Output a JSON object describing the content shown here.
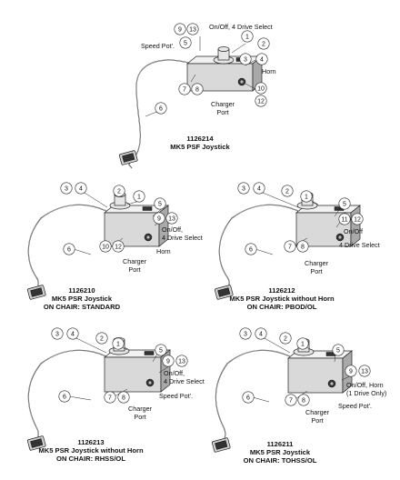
{
  "diagrams": [
    {
      "id": "psf",
      "part_number": "1126214",
      "title": "MK5 PSF Joystick",
      "subtitle": "",
      "labels": {
        "on_off": [
          "On/Off, 4 Drive Select"
        ],
        "speed": [
          "Speed Pot'."
        ],
        "horn": [
          "Horn"
        ],
        "charger": [
          "Charger",
          "Port"
        ]
      },
      "bubbles": [
        "9",
        "13",
        "5",
        "1",
        "2",
        "3",
        "4",
        "10",
        "12",
        "7",
        "8",
        "6"
      ]
    },
    {
      "id": "psr_standard",
      "part_number": "1126210",
      "title": "MK5 PSR Joystick",
      "subtitle": "ON CHAIR: STANDARD",
      "labels": {
        "on_off": [
          "On/Off,",
          "4 Drive Select"
        ],
        "horn": [
          "Horn"
        ],
        "charger": [
          "Charger",
          "Port"
        ]
      },
      "bubbles": [
        "3",
        "4",
        "2",
        "1",
        "5",
        "9",
        "13",
        "10",
        "12",
        "6"
      ]
    },
    {
      "id": "psr_no_horn_pbod",
      "part_number": "1126212",
      "title": "MK5 PSR Joystick without Horn",
      "subtitle": "ON CHAIR: PBOD/OL",
      "labels": {
        "on_off": [
          "On/Off"
        ],
        "drive": [
          "4 Drive Select"
        ],
        "charger": [
          "Charger",
          "Port"
        ]
      },
      "bubbles": [
        "3",
        "4",
        "2",
        "1",
        "5",
        "11",
        "12",
        "7",
        "8",
        "6"
      ]
    },
    {
      "id": "psr_no_horn_rhss",
      "part_number": "1126213",
      "title": "MK5 PSR Joystick without Horn",
      "subtitle": "ON CHAIR: RHSS/OL",
      "labels": {
        "on_off": [
          "On/Off,",
          "4 Drive Select"
        ],
        "speed": [
          "Speed Pot'."
        ],
        "charger": [
          "Charger",
          "Port"
        ]
      },
      "bubbles": [
        "3",
        "4",
        "2",
        "1",
        "5",
        "9",
        "13",
        "7",
        "8",
        "6"
      ]
    },
    {
      "id": "psr_tohss",
      "part_number": "1126211",
      "title": "MK5 PSR Joystick",
      "subtitle": "ON CHAIR: TOHSS/OL",
      "labels": {
        "on_off": [
          "On/Off, Horn",
          "(1 Drive Only)"
        ],
        "speed": [
          "Speed Pot'."
        ],
        "charger": [
          "Charger",
          "Port"
        ]
      },
      "bubbles": [
        "3",
        "4",
        "2",
        "1",
        "5",
        "9",
        "13",
        "7",
        "8",
        "6"
      ]
    }
  ]
}
